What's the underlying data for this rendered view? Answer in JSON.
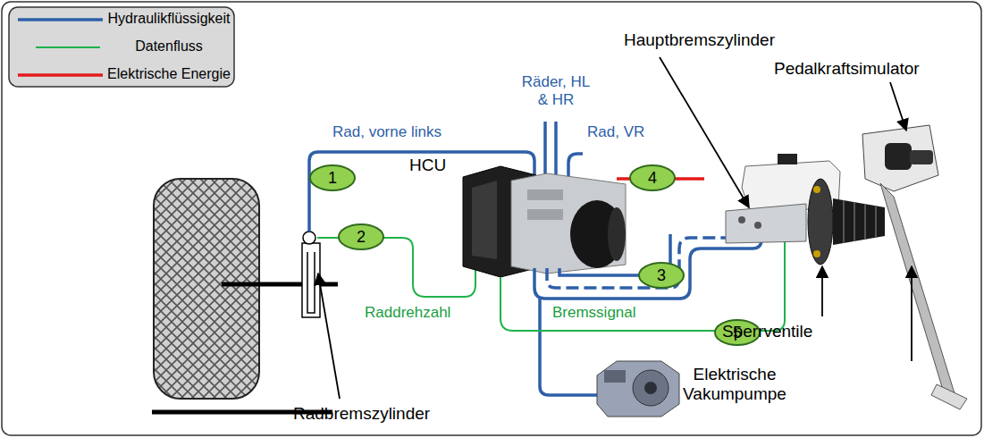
{
  "diagram": {
    "labels": [
      "Hauptbremszylinder",
      "Pedalkraftsimulator",
      "Räder, HL & HR",
      "Rad, vorne links",
      "Rad, VR",
      "HCU",
      "1",
      "2",
      "3",
      "4",
      "5",
      "Raddrehzahl",
      "Bremssignal",
      "Sperrventile",
      "Radbremszylinder",
      "Elektrische Vakumpumpe"
    ],
    "legend": [
      {
        "text": "Hydraulikflüssigkeit"
      },
      {
        "text": "Datenfluss"
      },
      {
        "text": "Elektrische Energie"
      }
    ]
  }
}
